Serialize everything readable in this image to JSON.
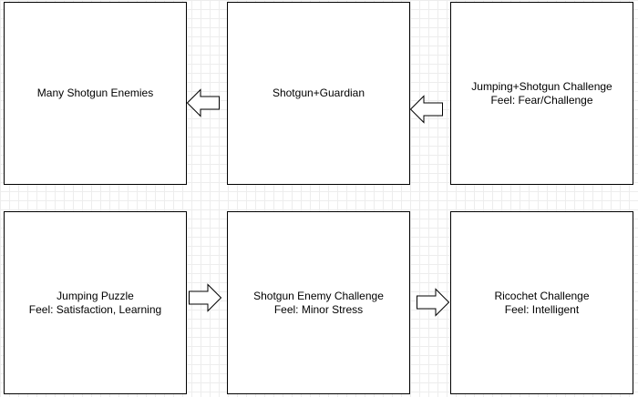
{
  "diagram": {
    "nodes": {
      "many_shotgun": {
        "lines": [
          "Many Shotgun Enemies"
        ]
      },
      "shotgun_guardian": {
        "lines": [
          "Shotgun+Guardian"
        ]
      },
      "jumping_shotgun": {
        "lines": [
          "Jumping+Shotgun Challenge",
          "Feel: Fear/Challenge"
        ]
      },
      "jumping_puzzle": {
        "lines": [
          "Jumping Puzzle",
          "Feel: Satisfaction, Learning"
        ]
      },
      "shotgun_enemy": {
        "lines": [
          "Shotgun Enemy Challenge",
          "Feel: Minor Stress"
        ]
      },
      "ricochet": {
        "lines": [
          "Ricochet Challenge",
          "Feel: Intelligent"
        ]
      }
    },
    "edges": [
      {
        "from": "shotgun_guardian",
        "to": "many_shotgun",
        "direction": "left"
      },
      {
        "from": "jumping_shotgun",
        "to": "shotgun_guardian",
        "direction": "left"
      },
      {
        "from": "jumping_puzzle",
        "to": "shotgun_enemy",
        "direction": "right"
      },
      {
        "from": "shotgun_enemy",
        "to": "ricochet",
        "direction": "right"
      }
    ]
  }
}
